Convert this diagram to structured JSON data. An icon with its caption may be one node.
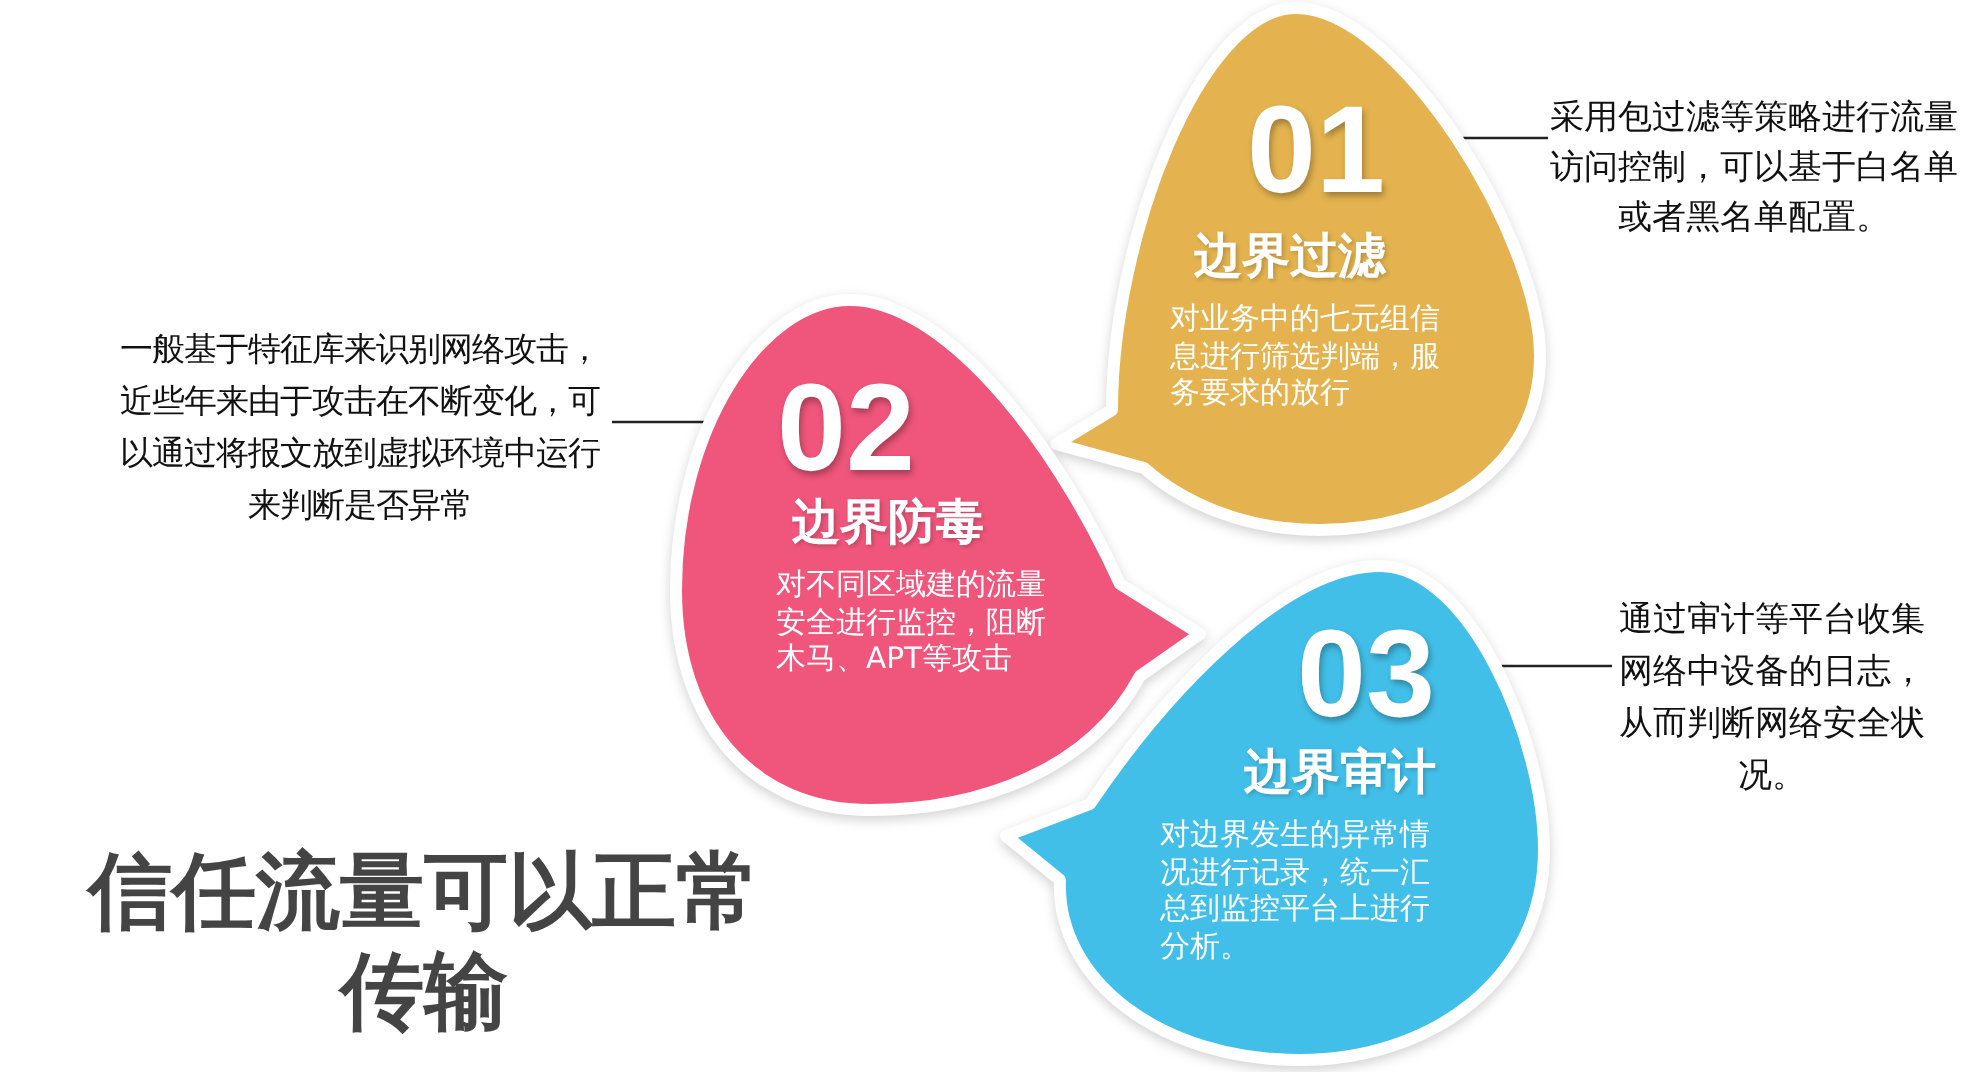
{
  "diagram": {
    "title": "信任流量可以正常传输",
    "nodes": [
      {
        "text": [
          "01",
          "边界过滤",
          "对业务中的七元组信息进行筛选判端，服务要求的放行"
        ]
      },
      {
        "text": [
          "采用包过滤等策略进行流量访问控制，可以基于白名单或者黑名单配置。"
        ]
      },
      {
        "text": [
          "02",
          "边界防毒",
          "对不同区域建的流量安全进行监控，阻断木马、APT等攻击"
        ]
      },
      {
        "text": [
          "一般基于特征库来识别网络攻击，近些年来由于攻击在不断变化，可以通过将报文放到虚拟环境中运行来判断是否异常"
        ]
      },
      {
        "text": [
          "03",
          "边界审计",
          "对边界发生的异常情况进行记录，统一汇总到监控平台上进行分析。"
        ]
      },
      {
        "text": [
          "通过审计等平台收集网络中设备的日志，从而判断网络安全状况。"
        ]
      }
    ],
    "edges": [
      {
        "from": 1,
        "to": 0,
        "arrow": "none"
      },
      {
        "from": 3,
        "to": 2,
        "arrow": "none"
      },
      {
        "from": 5,
        "to": 4,
        "arrow": "none"
      }
    ]
  }
}
